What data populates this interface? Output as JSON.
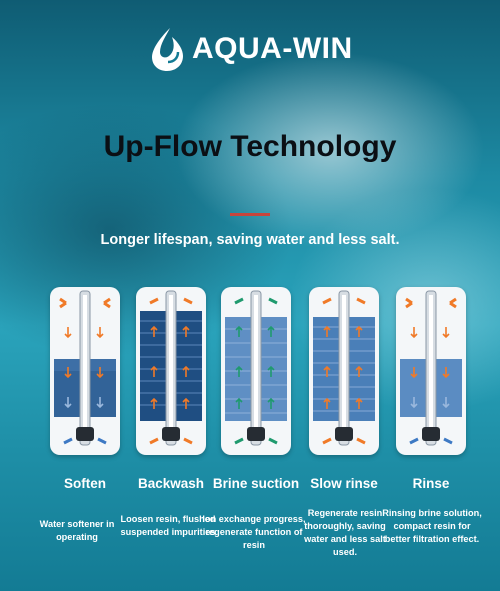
{
  "brand": {
    "name": "AQUA-WIN",
    "logo_icon": "water-drop-logo-icon"
  },
  "title": "Up-Flow Technology",
  "tagline": "Longer lifespan, saving water and less salt.",
  "colors": {
    "accent": "#c8453c",
    "arrow_orange": "#f07a28",
    "arrow_blue": "#3d79c4",
    "arrow_green": "#1f9a6e"
  },
  "stages": [
    {
      "name": "Soften",
      "description": "Water softener in operating",
      "flow_icon": "orange-down-arrows-icon"
    },
    {
      "name": "Backwash",
      "description": "Loosen resin, flushed suspended impurities",
      "flow_icon": "orange-up-arrows-icon"
    },
    {
      "name": "Brine suction",
      "description": "Ion exchange progress, regenerate function of resin",
      "flow_icon": "green-up-arrows-icon"
    },
    {
      "name": "Slow rinse",
      "description": "Regenerate resin thoroughly, saving water and less salt used.",
      "flow_icon": "orange-up-arrows-icon"
    },
    {
      "name": "Rinse",
      "description": "Rinsing brine solution, compact resin for better filtration effect.",
      "flow_icon": "orange-down-arrows-icon"
    }
  ]
}
